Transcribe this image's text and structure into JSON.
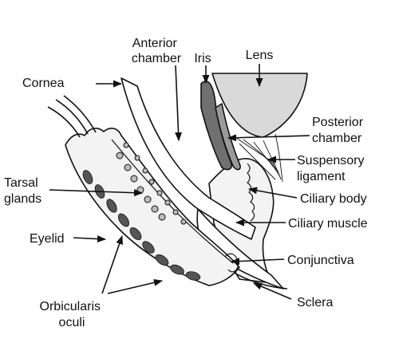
{
  "labels": {
    "anterior_chamber": [
      "Anterior",
      "chamber"
    ],
    "iris": "Iris",
    "lens": "Lens",
    "cornea": "Cornea",
    "posterior_chamber": [
      "Posterior",
      "chamber"
    ],
    "suspensory_ligament": [
      "Suspensory",
      "ligament"
    ],
    "tarsal_glands": [
      "Tarsal",
      "glands"
    ],
    "ciliary_body": "Ciliary body",
    "eyelid": "Eyelid",
    "ciliary_muscle": "Ciliary muscle",
    "conjunctiva": "Conjunctiva",
    "orbicularis_oculi": [
      "Orbicularis",
      "oculi"
    ],
    "sclera": "Sclera"
  },
  "colors": {
    "ink": "#111111",
    "lens_fill": "#d9d9d9",
    "iris_fill": "#707070",
    "tissue_fill": "#f3f3f3",
    "gland_fill": "#bdbdbd",
    "muscle_fill": "#555555"
  }
}
